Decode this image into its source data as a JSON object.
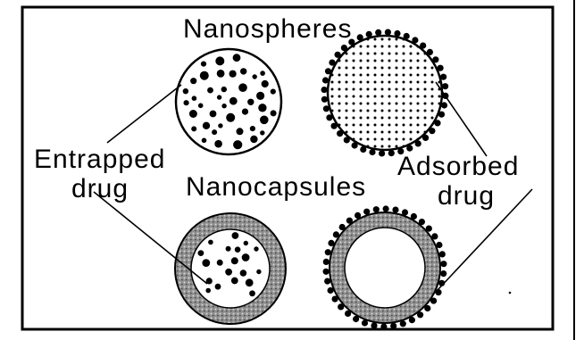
{
  "diagram": {
    "labels": {
      "nanospheres": "Nanospheres",
      "nanocapsules": "Nanocapsules",
      "entrapped_line1": "Entrapped",
      "entrapped_line2": "drug",
      "adsorbed_line1": "Adsorbed",
      "adsorbed_line2": "drug"
    }
  },
  "colors": {
    "ink": "#000000",
    "background": "#ffffff",
    "shell_gray": "#9a9a9a"
  }
}
